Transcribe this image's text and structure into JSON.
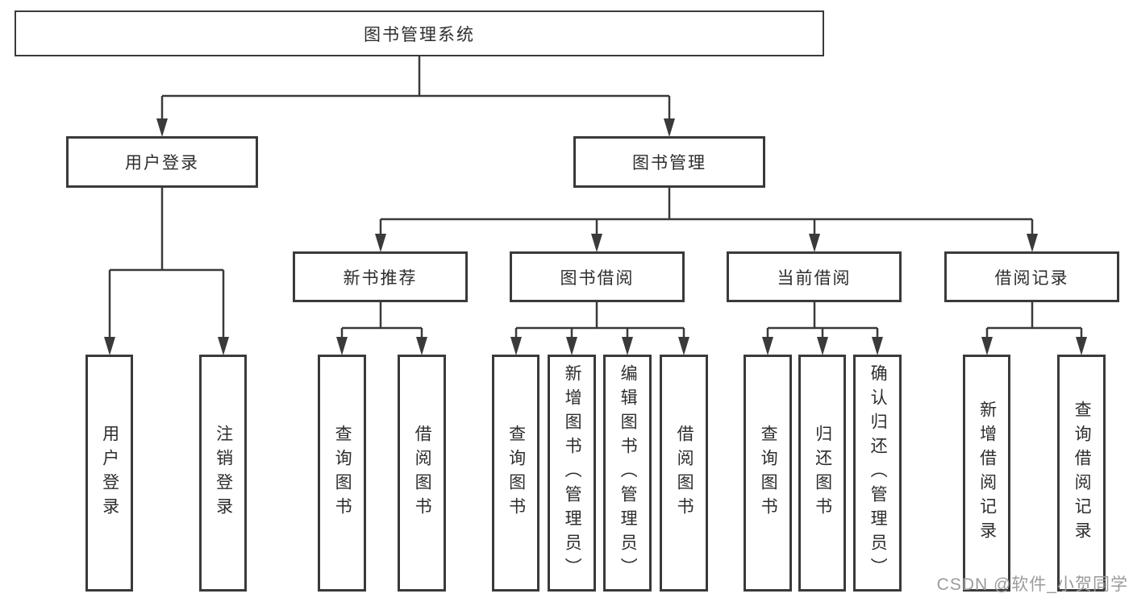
{
  "tree": {
    "label": "图书管理系统",
    "children": [
      {
        "label": "用户登录",
        "children": [
          {
            "label": "用户登录"
          },
          {
            "label": "注销登录"
          }
        ]
      },
      {
        "label": "图书管理",
        "children": [
          {
            "label": "新书推荐",
            "children": [
              {
                "label": "查询图书"
              },
              {
                "label": "借阅图书"
              }
            ]
          },
          {
            "label": "图书借阅",
            "children": [
              {
                "label": "查询图书"
              },
              {
                "label": "新增图书（管理员）"
              },
              {
                "label": "编辑图书（管理员）"
              },
              {
                "label": "借阅图书"
              }
            ]
          },
          {
            "label": "当前借阅",
            "children": [
              {
                "label": "查询图书"
              },
              {
                "label": "归还图书"
              },
              {
                "label": "确认归还（管理员）"
              }
            ]
          },
          {
            "label": "借阅记录",
            "children": [
              {
                "label": "新增借阅记录"
              },
              {
                "label": "查询借阅记录"
              }
            ]
          }
        ]
      }
    ]
  },
  "watermark": {
    "text": "CSDN @软件_小贺同学"
  },
  "colors": {
    "line": "#3a3a3a",
    "box_border": "#3a3a3a",
    "box_background": "#ffffff",
    "text": "#2d2d2d",
    "watermark_text": "#9b9b9b"
  }
}
